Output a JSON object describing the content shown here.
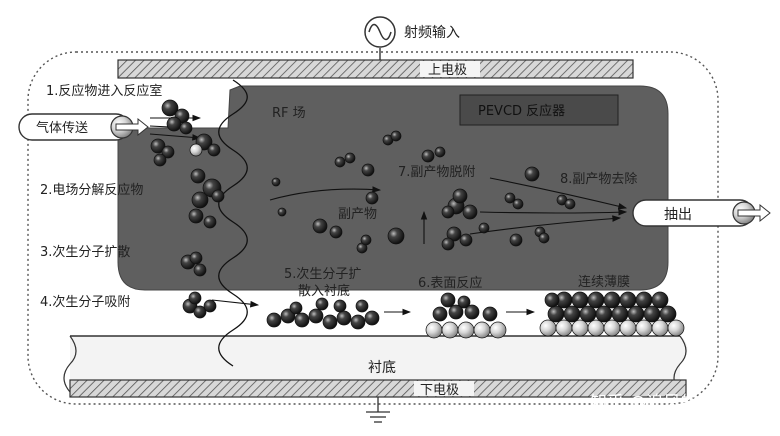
{
  "rf_input": "射频输入",
  "upper_electrode": "上电极",
  "lower_electrode": "下电极",
  "reactor_label": "PEVCD 反应器",
  "rf_field": "RF 场",
  "gas_delivery": "气体传送",
  "exhaust": "抽出",
  "substrate": "衬底",
  "byproduct": "副产物",
  "continuous_film": "连续薄膜",
  "steps": {
    "s1": "1.反应物进入反应室",
    "s2": "2.电场分解反应物",
    "s3": "3.次生分子扩散",
    "s4": "4.次生分子吸附",
    "s5_line1": "5.次生分子扩",
    "s5_line2": "散入衬底",
    "s6": "6.表面反应",
    "s7": "7.副产物脱附",
    "s8": "8.副产物去除"
  },
  "watermark": "知乎 @追风的人",
  "colors": {
    "plasma": "#5f5f5f",
    "electrode_fill": "#d9d9d9",
    "molecule_dark": "#2b2b2b",
    "molecule_light": "#cfcfcf"
  }
}
